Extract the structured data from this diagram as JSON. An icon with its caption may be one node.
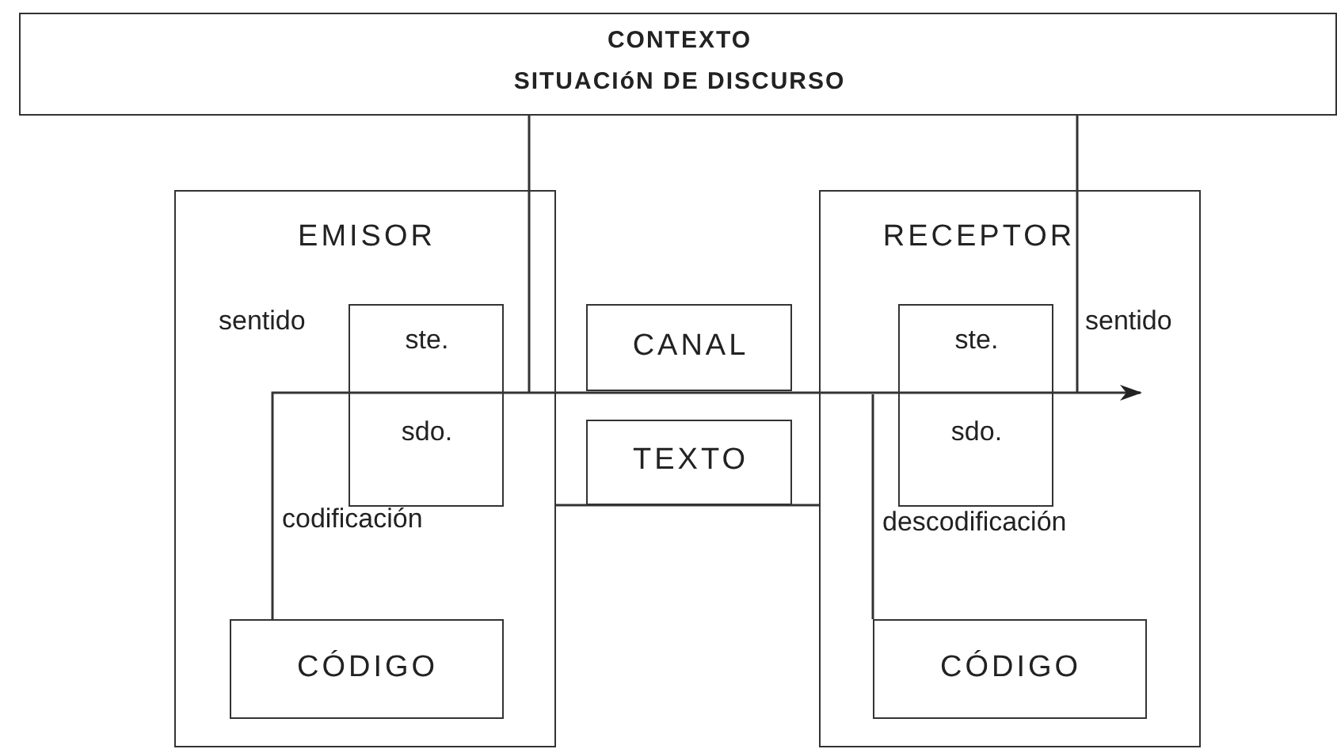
{
  "diagram": {
    "nodes": [
      {
        "text": [
          "CONTEXTO",
          "SITUACIóN DE DISCURSO"
        ]
      },
      {
        "text": [
          "EMISOR"
        ]
      },
      {
        "text": [
          "ste.",
          "sdo."
        ],
        "in": 1,
        "beside": [
          "sentido"
        ]
      },
      {
        "text": [
          "CÓDIGO"
        ],
        "in": 1
      },
      {
        "text": [
          "CANAL"
        ]
      },
      {
        "text": [
          "TEXTO"
        ]
      },
      {
        "text": [
          "RECEPTOR"
        ]
      },
      {
        "text": [
          "ste.",
          "sdo."
        ],
        "in": 6,
        "beside": [
          "sentido"
        ]
      },
      {
        "text": [
          "CÓDIGO"
        ],
        "in": 6
      }
    ],
    "edges": [
      {
        "from": 3,
        "to": null,
        "arrow": "to",
        "label": "codificación"
      },
      {
        "from": 8,
        "to": null,
        "arrow": "none",
        "label": "descodificación"
      },
      {
        "from": 0,
        "to": null,
        "arrow": "none"
      },
      {
        "from": 0,
        "to": null,
        "arrow": "none"
      },
      {
        "from": 1,
        "to": 6,
        "arrow": "none"
      }
    ]
  }
}
